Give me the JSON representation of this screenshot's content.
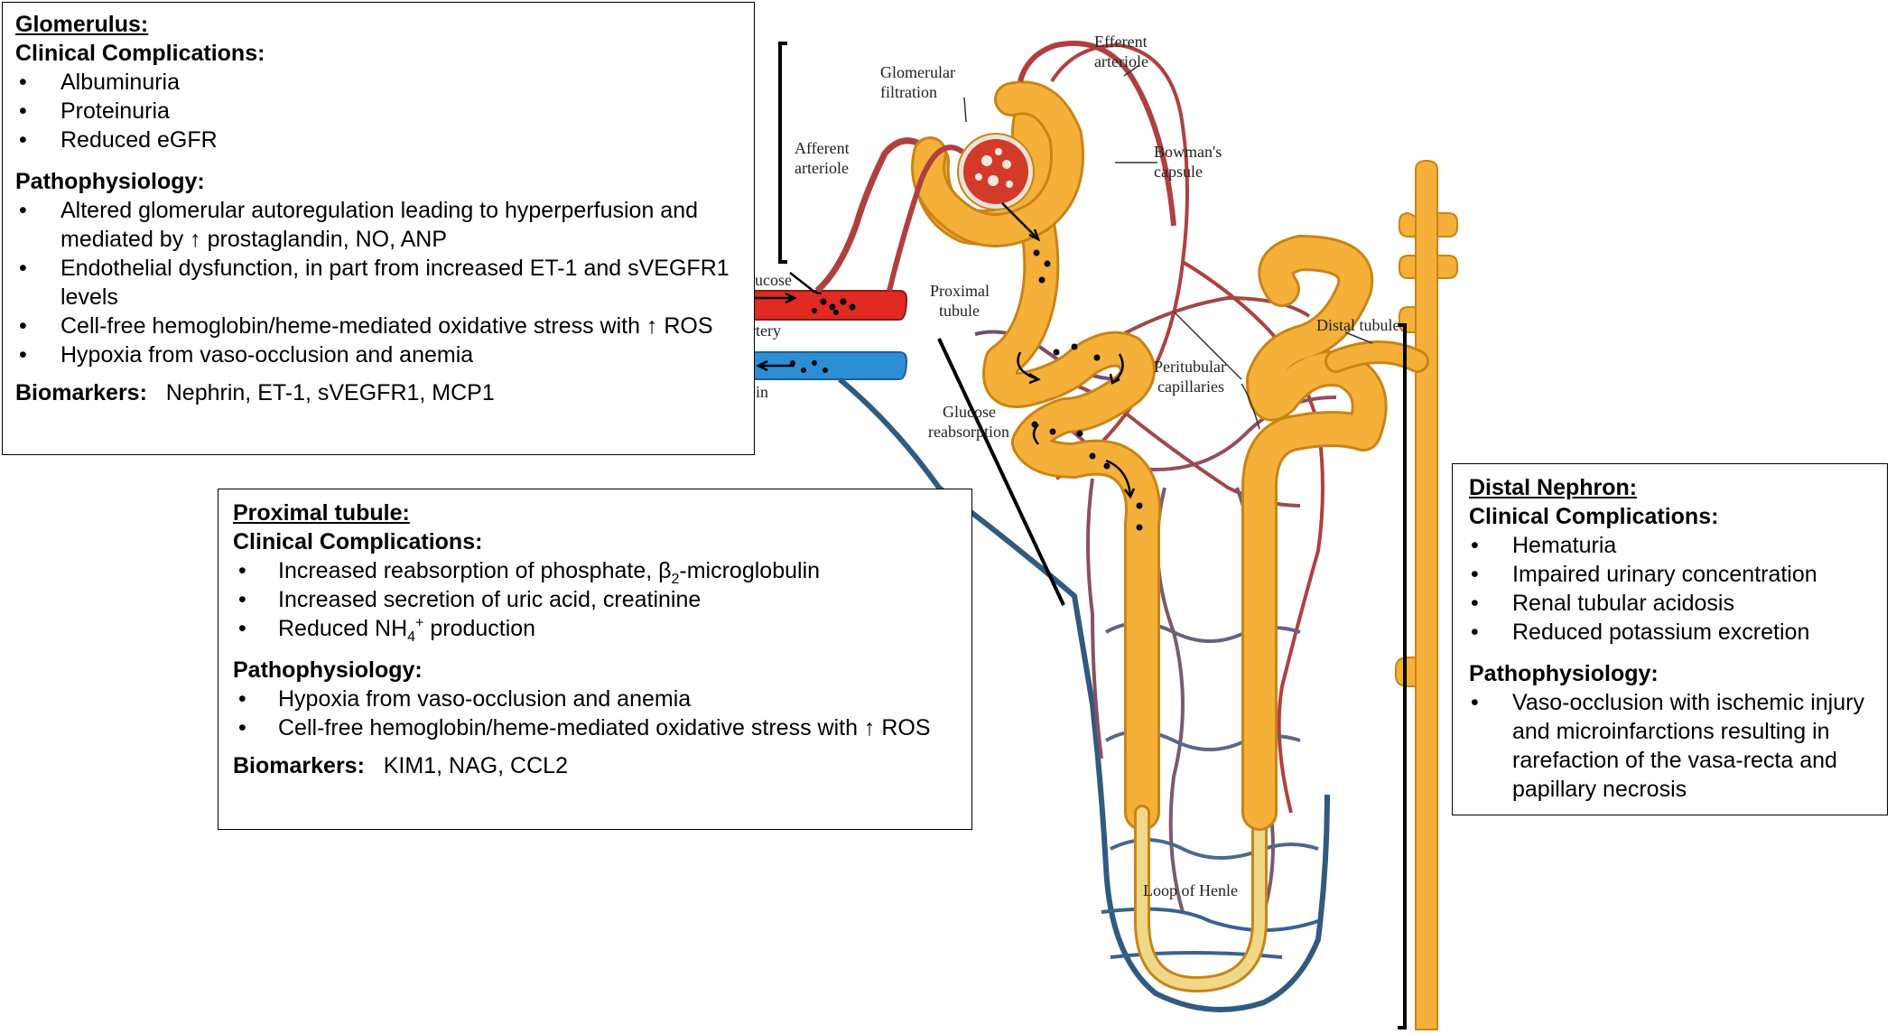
{
  "diagram_labels": {
    "afferent": [
      "Afferent",
      "arteriole"
    ],
    "glomerular": [
      "Glomerular",
      "filtration"
    ],
    "efferent": [
      "Efferent",
      "arteriole"
    ],
    "bowmans": [
      "Bowman's",
      "capsule"
    ],
    "glucose": "Glucose",
    "artery": "Artery",
    "vein": "Vein",
    "proximal_tubule": [
      "Proximal",
      "tubule"
    ],
    "glucose_reabsorption": [
      "Glucose",
      "reabsorption"
    ],
    "peritubular": [
      "Peritubular",
      "capillaries"
    ],
    "distal_tubule": "Distal tubule",
    "loop_of_henle": "Loop of Henle"
  },
  "glomerulus_box": {
    "title": "Glomerulus:",
    "clinical_heading": "Clinical Complications:",
    "clinical": [
      "Albuminuria",
      "Proteinuria",
      "Reduced eGFR"
    ],
    "patho_heading": "Pathophysiology:",
    "patho": [
      "Altered glomerular autoregulation leading to hyperperfusion and mediated by ↑ prostaglandin, NO, ANP",
      "Endothelial dysfunction, in part from increased ET-1 and sVEGFR1 levels",
      "Cell-free hemoglobin/heme-mediated oxidative stress with ↑ ROS",
      "Hypoxia from vaso-occlusion and anemia"
    ],
    "biomarkers_label": "Biomarkers:",
    "biomarkers": "Nephrin, ET-1, sVEGFR1, MCP1"
  },
  "proximal_box": {
    "title": "Proximal tubule:",
    "clinical_heading": "Clinical Complications:",
    "clinical_1_pre": "Increased reabsorption of phosphate, β",
    "clinical_1_sub": "2",
    "clinical_1_post": "-microglobulin",
    "clinical_2": "Increased secretion of uric acid, creatinine",
    "clinical_3_pre": "Reduced NH",
    "clinical_3_sub": "4",
    "clinical_3_sup": "+",
    "clinical_3_post": " production",
    "patho_heading": "Pathophysiology:",
    "patho": [
      "Hypoxia from vaso-occlusion and anemia",
      "Cell-free hemoglobin/heme-mediated oxidative stress with ↑ ROS"
    ],
    "biomarkers_label": "Biomarkers:",
    "biomarkers": "KIM1, NAG, CCL2"
  },
  "distal_box": {
    "title": "Distal Nephron:",
    "clinical_heading": "Clinical Complications:",
    "clinical": [
      "Hematuria",
      "Impaired urinary concentration",
      "Renal tubular acidosis",
      "Reduced potassium excretion"
    ],
    "patho_heading": "Pathophysiology:",
    "patho": [
      "Vaso-occlusion with ischemic injury and microinfarctions resulting in rarefaction of the vasa-recta and papillary necrosis"
    ]
  },
  "colors": {
    "tubule": "#f5b03a",
    "tubule_edge": "#c98416",
    "artery": "#e02a22",
    "vein": "#2c8fd6",
    "vein_dark": "#305a80",
    "capillary": "#b04040"
  }
}
